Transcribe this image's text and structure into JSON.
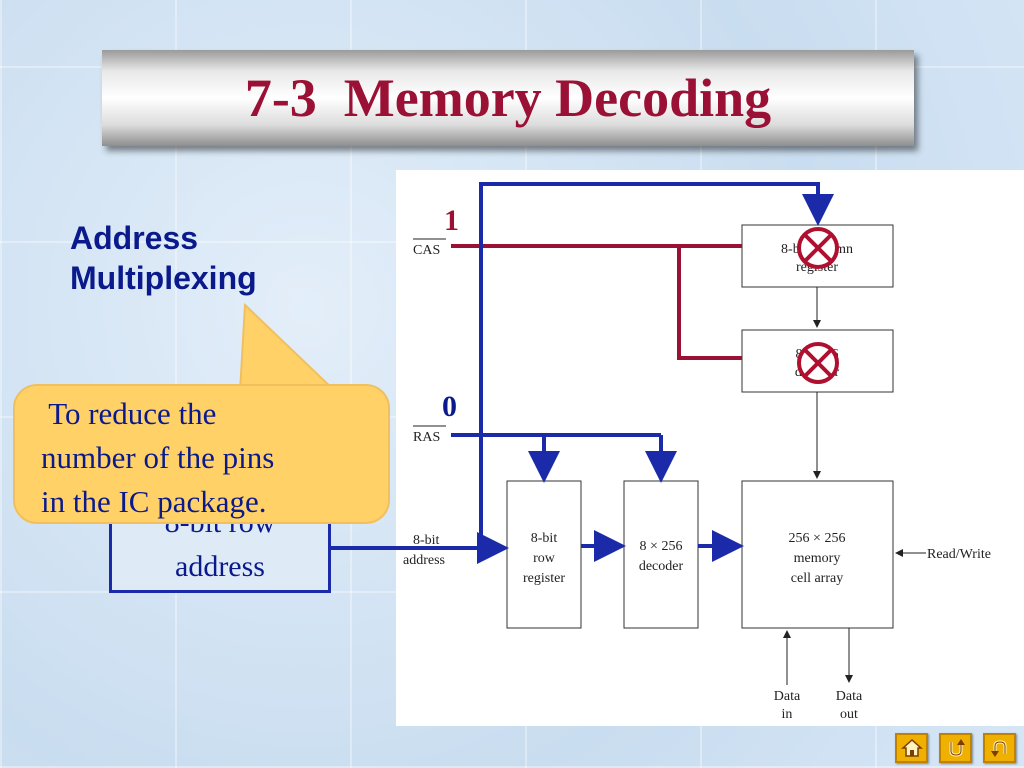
{
  "title": "7-3  Memory Decoding",
  "heading": {
    "line1": "Address",
    "line2": "Multiplexing"
  },
  "row_address_box": {
    "line1": "8-bit row",
    "line2": "address"
  },
  "callout": {
    "line1": " To reduce the",
    "line2": "number of the pins",
    "line3": "in the IC package."
  },
  "diagram": {
    "cas_label": "CAS",
    "ras_label": "RAS",
    "cas_value": "1",
    "ras_value": "0",
    "address_label_1": "8-bit",
    "address_label_2": "address",
    "column_register_1": "8-bit column",
    "column_register_2": "register",
    "column_decoder_1": "8 × 256",
    "column_decoder_2": "decoder",
    "row_register_1": "8-bit",
    "row_register_2": "row",
    "row_register_3": "register",
    "row_decoder_1": "8 × 256",
    "row_decoder_2": "decoder",
    "memory_1": "256 × 256",
    "memory_2": "memory",
    "memory_3": "cell array",
    "read_write": "Read/Write",
    "data_in_1": "Data",
    "data_in_2": "in",
    "data_out_1": "Data",
    "data_out_2": "out"
  },
  "colors": {
    "title": "#9b1035",
    "heading": "#0a1a8c",
    "callout_bg": "#ffd166",
    "cas_line": "#9b1035",
    "ras_line": "#1a2aa8",
    "disabled_marker": "#b01030"
  },
  "nav_icons": [
    "home-icon",
    "return-icon",
    "back-icon"
  ]
}
